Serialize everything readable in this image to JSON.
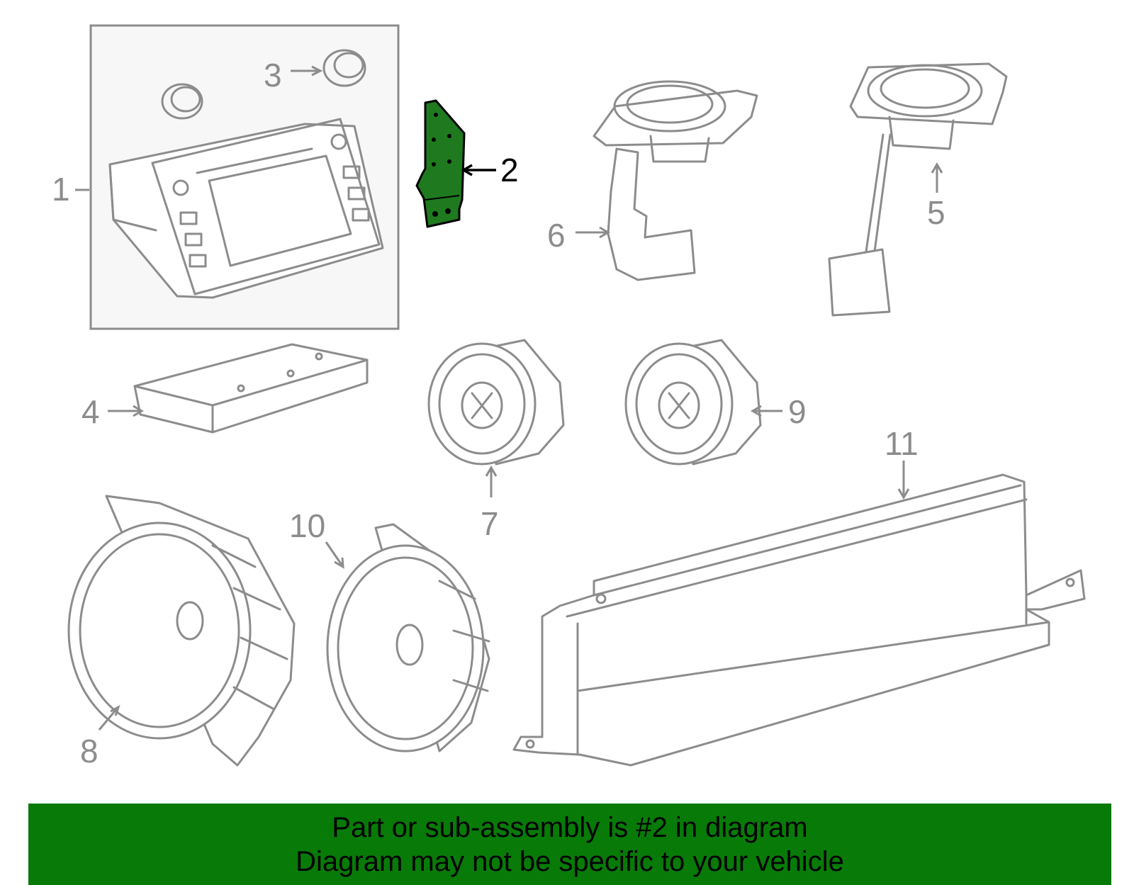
{
  "callouts": {
    "c1": "1",
    "c2": "2",
    "c3": "3",
    "c4": "4",
    "c5": "5",
    "c6": "6",
    "c7": "7",
    "c8": "8",
    "c9": "9",
    "c10": "10",
    "c11": "11"
  },
  "highlight": {
    "part_number": "2",
    "color": "#1f7a1f"
  },
  "banner": {
    "line1": "Part or sub-assembly is #2 in diagram",
    "line2": "Diagram may not be specific to your vehicle",
    "color": "#087a08"
  }
}
